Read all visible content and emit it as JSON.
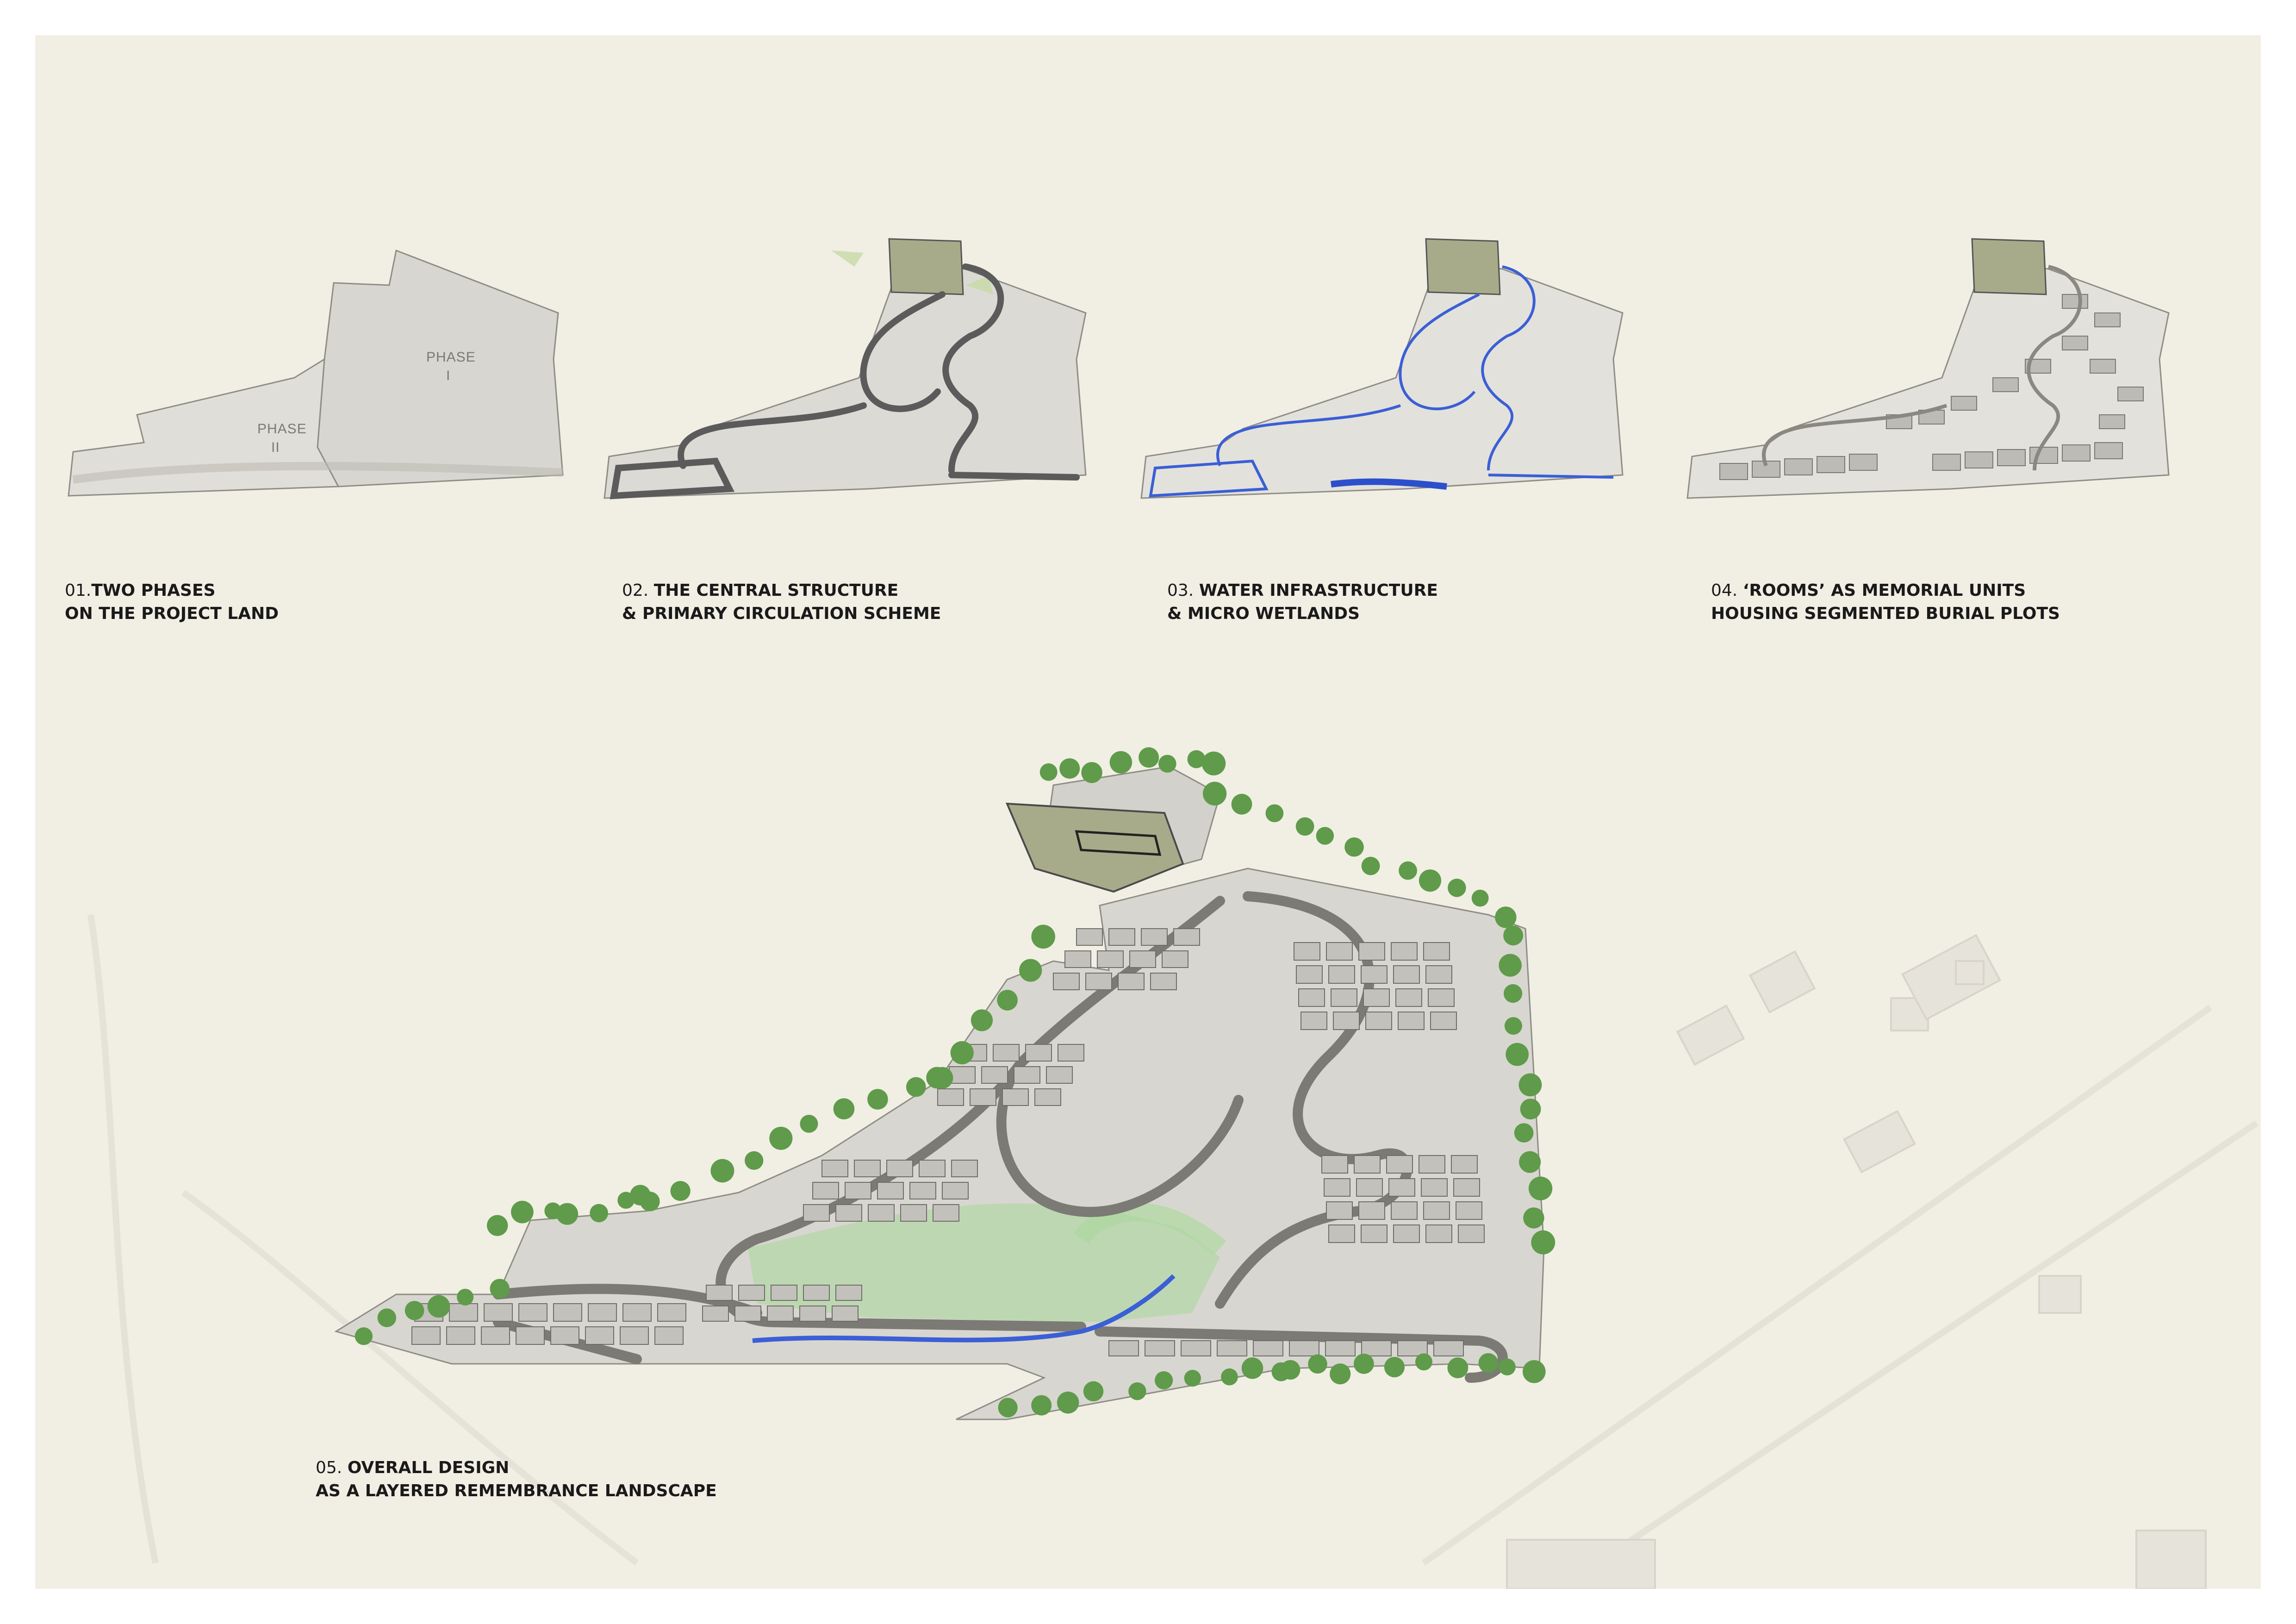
{
  "panels": [
    {
      "id": "01",
      "number": "01.",
      "title_line1": "TWO PHASES",
      "title_line2": "ON THE PROJECT LAND"
    },
    {
      "id": "02",
      "number": "02. ",
      "title_line1": "THE CENTRAL STRUCTURE",
      "title_line2": "& PRIMARY CIRCULATION SCHEME"
    },
    {
      "id": "03",
      "number": "03. ",
      "title_line1": "WATER INFRASTRUCTURE",
      "title_line2": "& MICRO WETLANDS"
    },
    {
      "id": "04",
      "number": "04. ",
      "title_line1": "‘ROOMS’ AS MEMORIAL UNITS",
      "title_line2": "HOUSING SEGMENTED BURIAL PLOTS"
    },
    {
      "id": "05",
      "number": "05. ",
      "title_line1": "OVERALL DESIGN",
      "title_line2": "AS A LAYERED REMEMBRANCE LANDSCAPE"
    }
  ],
  "phase_labels": {
    "phase1_word": "PHASE",
    "phase1_numeral": "I",
    "phase2_word": "PHASE",
    "phase2_numeral": "II"
  },
  "colors": {
    "paper": "#f1eee4",
    "land": "#d9d7d1",
    "land_edge": "#8c8a84",
    "path": "#5b5b5b",
    "water": "#3a5fd6",
    "tree": "#5f9b4a",
    "wetland": "#a8d89a",
    "roof": "#a7ab8a"
  }
}
